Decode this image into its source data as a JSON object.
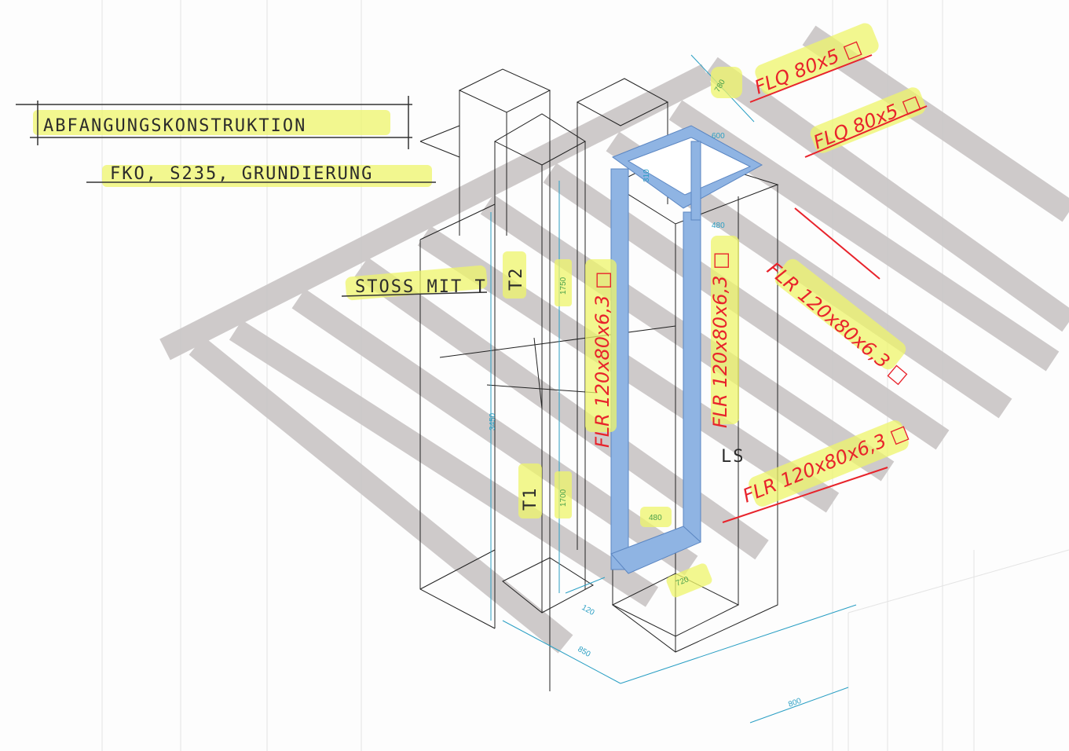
{
  "notes": {
    "title": "ABFANGUNGSKONSTRUKTION",
    "subtitle": "FKO, S235, GRUNDIERUNG",
    "joint": "STOSS MIT T",
    "t2": "T2",
    "t1": "T1",
    "ls": "LS"
  },
  "profiles": {
    "flq_top_1": "FLQ 80x5 □",
    "flq_top_2": "FLQ 80x5 □",
    "flr_vertical_left": "FLR 120x80x6,3 □",
    "flr_vertical_right": "FLR 120x80x6,3 □",
    "flr_diagonal": "FLR 120x80x6,3 □",
    "flr_bottom": "FLR 120x80x6,3 □"
  },
  "dimensions": {
    "d780": "780",
    "d600": "600",
    "d310": "310",
    "d480_top": "480",
    "d1750": "1750",
    "d3450": "3450",
    "d1700": "1700",
    "d480": "480",
    "d720": "720",
    "d120": "120",
    "d850": "850",
    "d800": "800"
  },
  "colors": {
    "steel": "#8fb4e3",
    "markup": "#e8232b",
    "highlight": "#eef56a",
    "beam": "#c9c5c5",
    "dimension": "#2a9fc4"
  }
}
